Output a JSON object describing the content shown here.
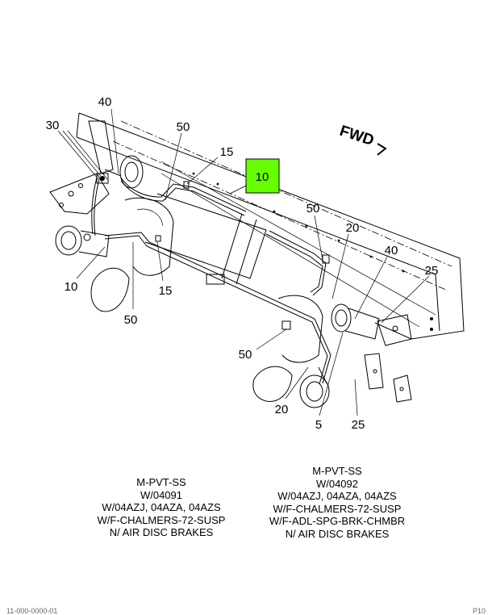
{
  "fwd_label": "FWD",
  "highlight_color": "#66ff00",
  "callouts": {
    "c40_top": "40",
    "c30": "30",
    "c50_top": "50",
    "c15_top": "15",
    "c10_box": "10",
    "c50_mid": "50",
    "c20_mid": "20",
    "c40_right": "40",
    "c25_right": "25",
    "c10_left": "10",
    "c15_bottom": "15",
    "c50_bottom_left": "50",
    "c50_bottom": "50",
    "c20_bottom": "20",
    "c5": "5",
    "c25_bottom": "25"
  },
  "notes_left": [
    "M-PVT-SS",
    "W/04091",
    "W/04AZJ, 04AZA, 04AZS",
    "W/F-CHALMERS-72-SUSP",
    "N/ AIR DISC BRAKES"
  ],
  "notes_right": [
    "M-PVT-SS",
    "W/04092",
    "W/04AZJ, 04AZA, 04AZS",
    "W/F-CHALMERS-72-SUSP",
    "W/F-ADL-SPG-BRK-CHMBR",
    "N/ AIR DISC BRAKES"
  ],
  "footer_left": "11-000-0000-01",
  "footer_right": "P10"
}
